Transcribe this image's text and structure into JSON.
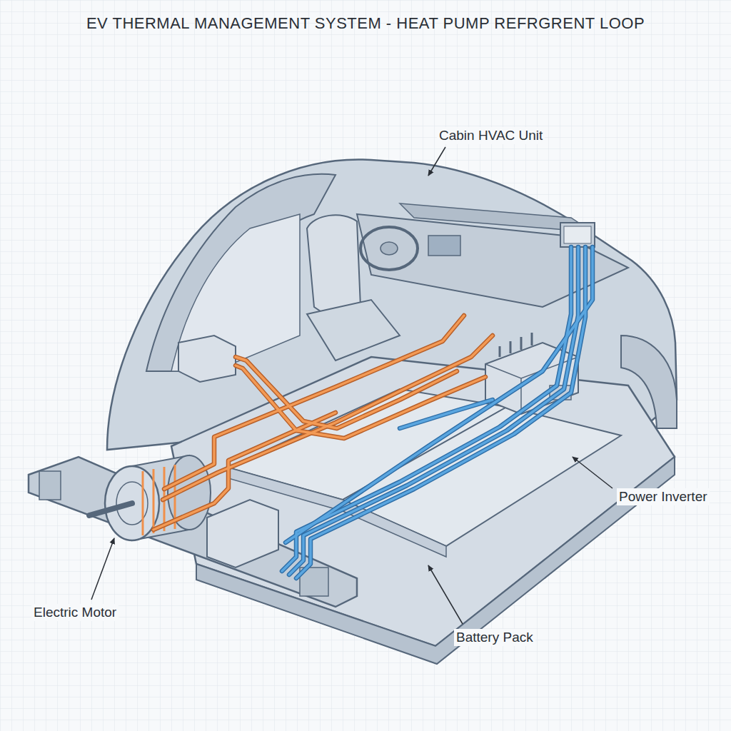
{
  "diagram": {
    "title": "EV THERMAL MANAGEMENT SYSTEM - HEAT PUMP REFRGRENT LOOP",
    "labels": [
      "Cabin HVAC Unit",
      "Power Inverter",
      "Electric Motor",
      "Battery Pack"
    ]
  }
}
